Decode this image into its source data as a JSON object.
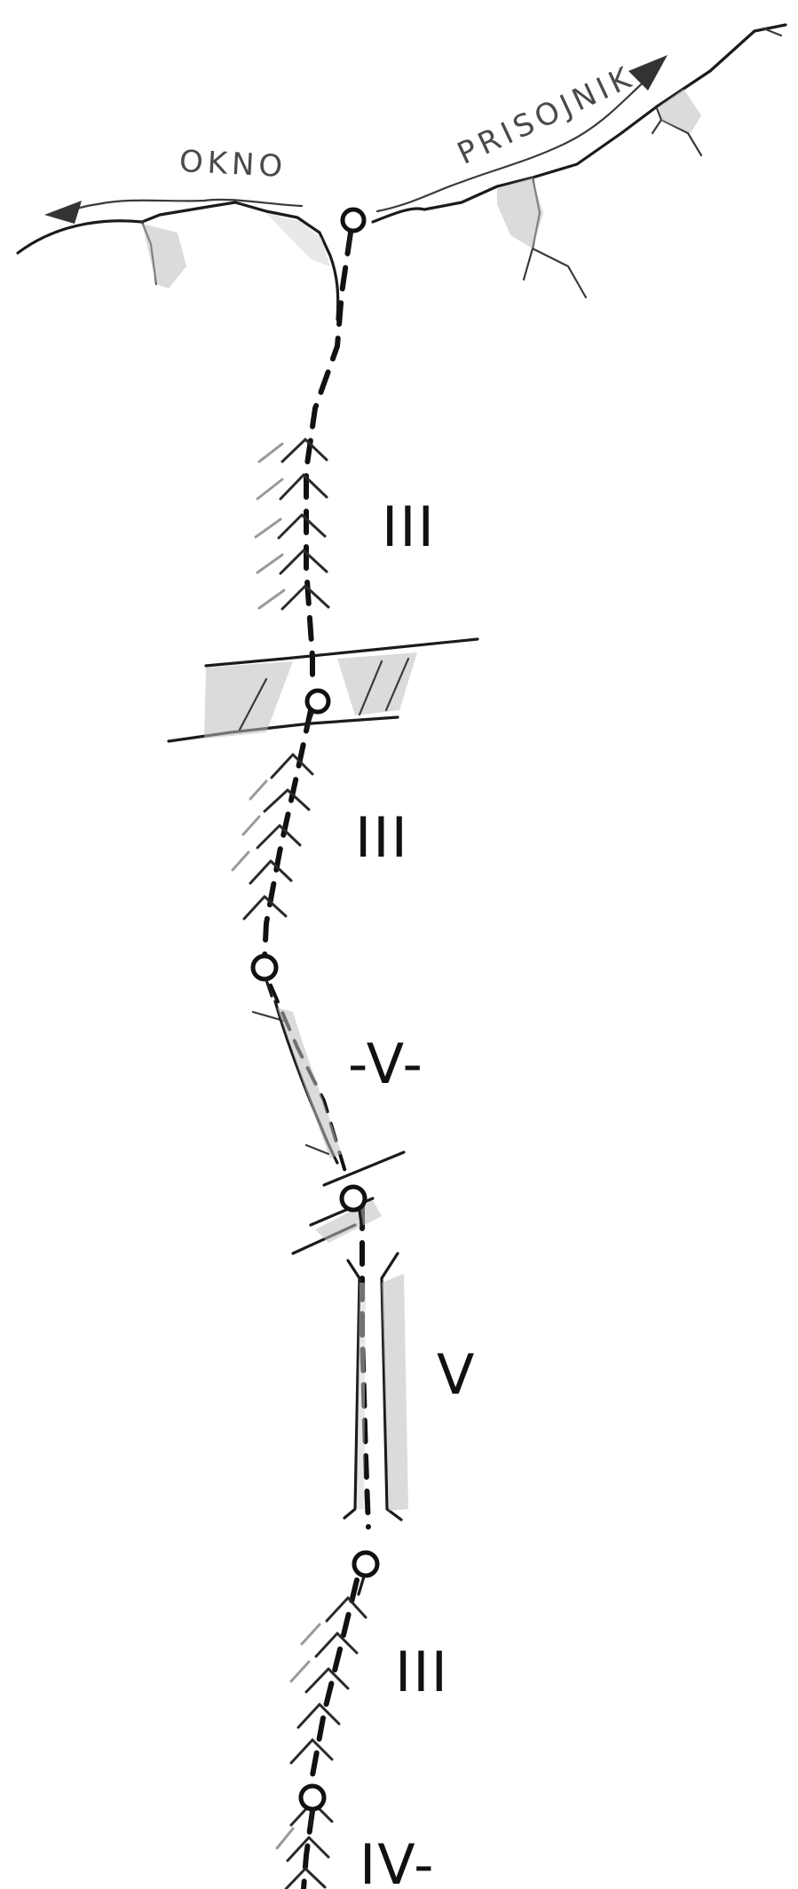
{
  "labels": {
    "okno": "OKNO",
    "prisojnik": "PRISOJNIK"
  },
  "grades": {
    "p1": "III",
    "p2": "III",
    "p3": "-V-",
    "p4": "V",
    "p5": "III",
    "p6": "IV-"
  },
  "icons": {
    "belay": "belay-station-icon",
    "arrow": "arrow-head-icon"
  }
}
